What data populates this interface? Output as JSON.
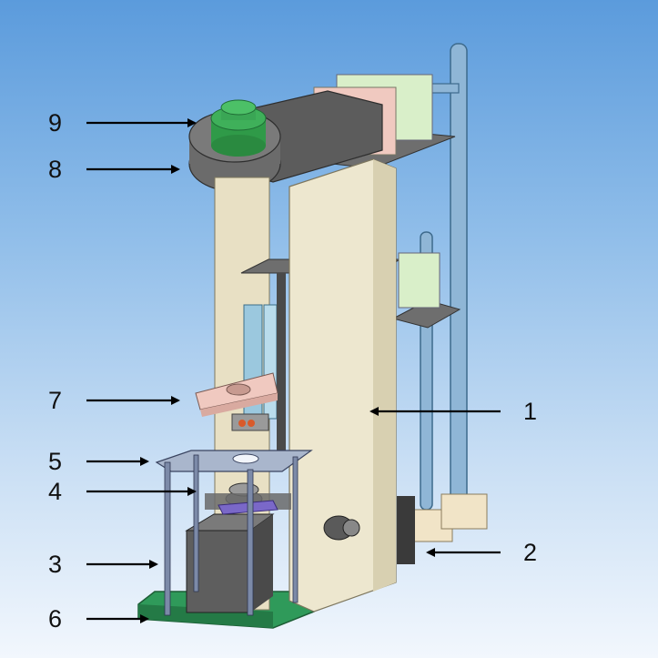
{
  "labels": [
    {
      "id": "1",
      "text": "1"
    },
    {
      "id": "2",
      "text": "2"
    },
    {
      "id": "3",
      "text": "3"
    },
    {
      "id": "4",
      "text": "4"
    },
    {
      "id": "5",
      "text": "5"
    },
    {
      "id": "6",
      "text": "6"
    },
    {
      "id": "7",
      "text": "7"
    },
    {
      "id": "8",
      "text": "8"
    },
    {
      "id": "9",
      "text": "9"
    }
  ],
  "colors": {
    "column": "#ede7cf",
    "motor": "#d9efc9",
    "housing": "#5c5c5c",
    "green_cap": "#2f9a48",
    "base_plate": "#2f9a5a",
    "rod": "#8fb6d6",
    "platform": "#a9b6cc",
    "pink_block": "#f0c9c0"
  }
}
